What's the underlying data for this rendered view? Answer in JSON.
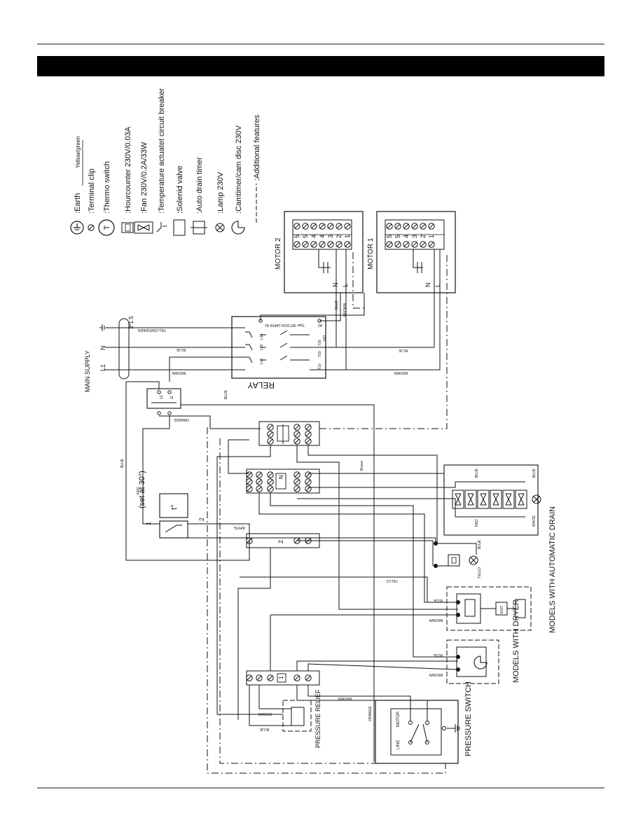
{
  "header_bar_text": "",
  "legend": [
    {
      "symbol": "earth-icon",
      "label": ":Earth",
      "extra": "Yellow/green"
    },
    {
      "symbol": "terminal-clip-icon",
      "label": ":Terminal clip"
    },
    {
      "symbol": "thermo-switch-icon",
      "label": ":Thermo switch"
    },
    {
      "symbol": "hourcounter-icon",
      "label": ":Hourcounter 230V/0.03A"
    },
    {
      "symbol": "fan-icon",
      "label": ":Fan  230V/0.2A/33W"
    },
    {
      "symbol": "breaker-icon",
      "label": ":Temperature actuatet circuit breaker"
    },
    {
      "symbol": "solenoid-valve-icon",
      "label": ":Solenid valve"
    },
    {
      "symbol": "drain-timer-icon",
      "label": ":Auto drain timer"
    },
    {
      "symbol": "lamp-icon",
      "label": ":Lamp 230V"
    },
    {
      "symbol": "camtimer-icon",
      "label": ":Camtimer/cam disc  230V"
    },
    {
      "symbol": "dashed-line-icon",
      "label": ":Additional features"
    }
  ],
  "motors": {
    "motor2": "MOTOR 2",
    "motor1": "MOTOR 1",
    "terminal_numbers": [
      "5",
      "5",
      "4",
      "4",
      "3",
      "2",
      "1"
    ],
    "motor1_terminals": [
      "5",
      "5",
      "4",
      "3",
      "2",
      "1"
    ],
    "n": "N",
    "l": "L"
  },
  "supply": {
    "title": "MAIN SUPPLY",
    "l1": "L1",
    "n": "N",
    "earth_note": "3*1.5"
  },
  "relay": {
    "label": "RELAY",
    "type": "Type 3RT1016-1AP00",
    "a1": "A1",
    "a2": "A2",
    "top_terminals": [
      "L10",
      "L20",
      "L30",
      "14O"
    ],
    "bottom_terminals": [
      "T10",
      "T20",
      "T30",
      "14O"
    ]
  },
  "wire_labels": {
    "blue": "BLUE",
    "brown": "BROWN",
    "yellow_green": "YELLOW/GREEN",
    "orange": "ORANGE",
    "red": "RED",
    "white": "WHITE",
    "yello": "YELLO",
    "brown_short": "Brown"
  },
  "thermostat": {
    "setting": "(set at 30°)",
    "symbol": "t°",
    "terminal_1": "1",
    "terminal_2": "2"
  },
  "switch_terminals": {
    "a": "12",
    "b": "11"
  },
  "strip_marker": "N",
  "terminal_2": "2",
  "terminal_1": "1",
  "boxes": {
    "auto_drain": "MODELS WITH AUTOMATIC DRAIN",
    "dryer": "MODELS WITH DRYER",
    "pressure_relief": "PRESSURE RELIEF",
    "pressure_switch": "PRESSURE SWITCH",
    "motor": "MOTOR",
    "line": "LINE",
    "exit": "EXIT"
  }
}
